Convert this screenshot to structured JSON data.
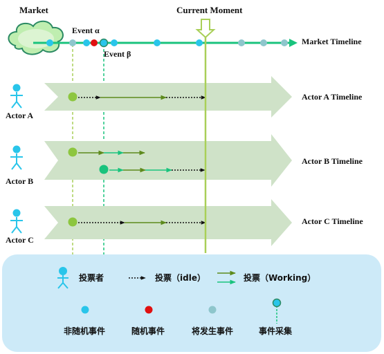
{
  "market_label": "Market",
  "current_moment_label": "Current Moment",
  "event_alpha_label": "Event α",
  "event_beta_label": "Event β",
  "timelines": {
    "market": "Market Timeline",
    "actor_a": "Actor A Timeline",
    "actor_b": "Actor B Timeline",
    "actor_c": "Actor C Timeline"
  },
  "actors": {
    "a": "Actor A",
    "b": "Actor B",
    "c": "Actor C"
  },
  "legend": {
    "voter": "投票者",
    "vote_idle": "投票（idle）",
    "vote_working": "投票（Working）",
    "non_random_event": "非随机事件",
    "random_event": "随机事件",
    "future_event": "将发生事件",
    "event_sampling": "事件采集"
  },
  "colors": {
    "market_line": "#19c37d",
    "event_dot": "#29c5ea",
    "random_event_dot": "#e01010",
    "future_event_dot": "#8ec6cc",
    "arrow_band": "#cfe2c8",
    "actor_dot": "#8dc63f",
    "working_line": "#5d8a1c",
    "working_line_fast": "#19c37d",
    "current_moment_line": "#a9cf58",
    "legend_bg": "#cdeaf8",
    "person_icon": "#29c5ea"
  }
}
